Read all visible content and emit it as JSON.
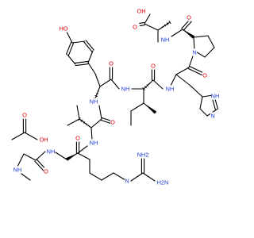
{
  "figure": {
    "description_visible": "skeletal structure of a peptide acetate salt",
    "colors": {
      "oxygen": "#e00000",
      "nitrogen": "#1a3ad6",
      "carbon_bonds": "#000000",
      "background": "#ffffff"
    }
  },
  "labels": {
    "acid_oh": "OH",
    "acid_o": "O",
    "phenol_ho": "HO",
    "amide_nh": "NH",
    "amide_n": "N",
    "amide_o": "O",
    "ring_n": "N",
    "imid_nh": "NH",
    "imid_n": "N",
    "nh": "NH",
    "guan_n": "N",
    "nh2": "NH2",
    "h2n": "H2N",
    "methyl_nh": "NH",
    "h": "H"
  }
}
